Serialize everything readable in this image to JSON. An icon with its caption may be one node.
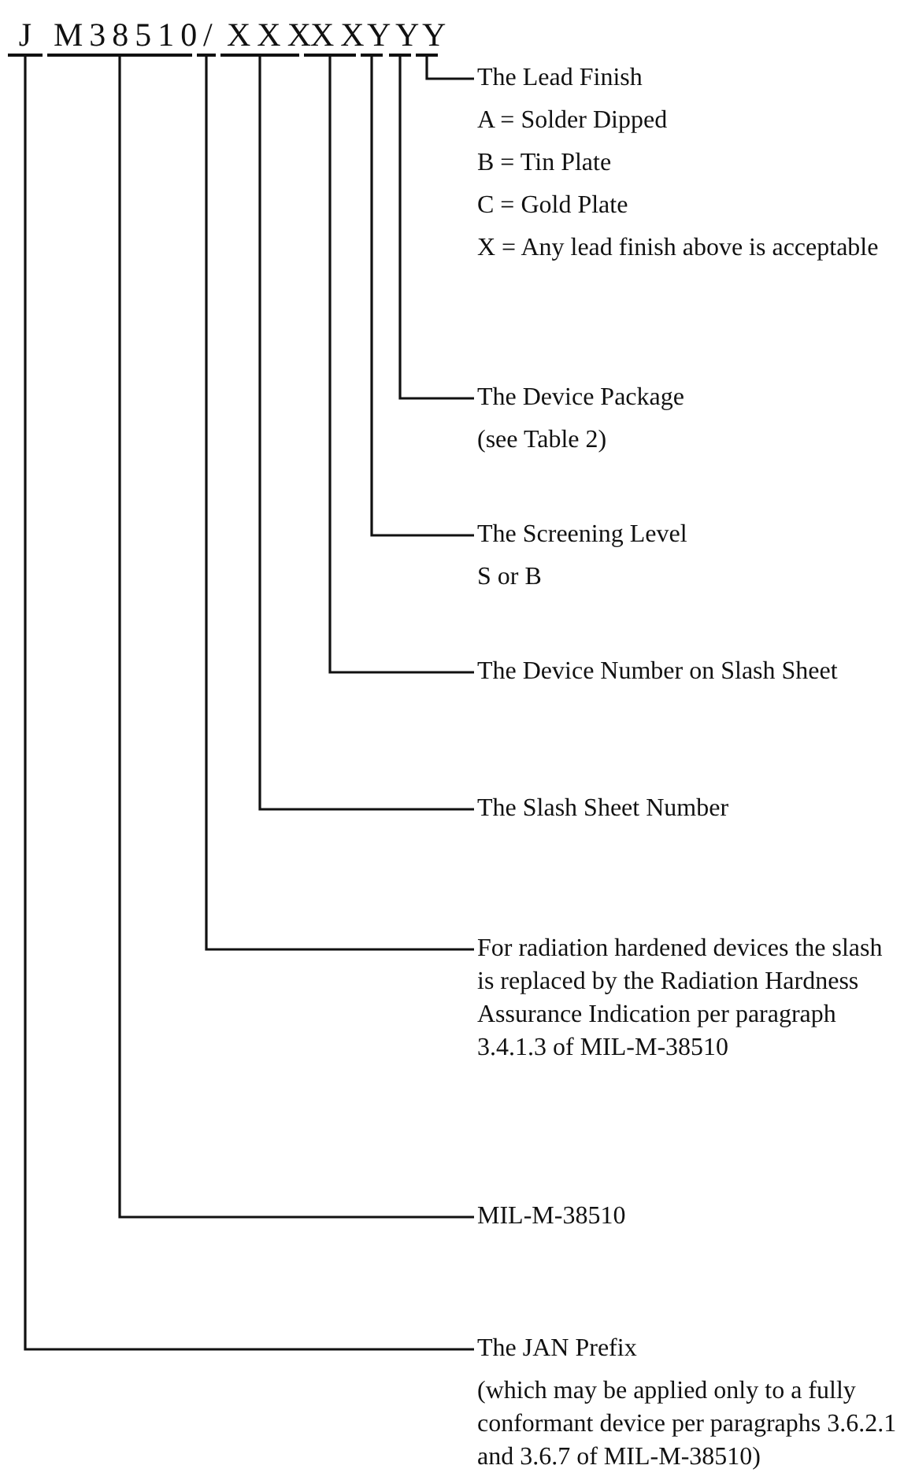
{
  "diagram": {
    "nodes": [
      {
        "text": [
          "J"
        ]
      },
      {
        "text": [
          "M38510"
        ]
      },
      {
        "text": [
          "/"
        ]
      },
      {
        "text": [
          "XXX"
        ]
      },
      {
        "text": [
          "XX"
        ]
      },
      {
        "text": [
          "Y"
        ]
      },
      {
        "text": [
          "Y"
        ]
      },
      {
        "text": [
          "Y"
        ]
      },
      {
        "text": [
          "The Lead Finish",
          "A = Solder Dipped",
          "B = Tin Plate",
          "C = Gold Plate",
          "X = Any lead finish above is acceptable"
        ]
      },
      {
        "text": [
          "The Device Package",
          "(see Table 2)"
        ]
      },
      {
        "text": [
          "The Screening Level",
          "S or B"
        ]
      },
      {
        "text": [
          "The Device Number on Slash Sheet"
        ]
      },
      {
        "text": [
          "The Slash Sheet Number"
        ]
      },
      {
        "text": [
          "For radiation hardened devices the slash is replaced by the Radiation Hardness Assurance Indication per paragraph 3.4.1.3 of MIL-M-38510"
        ]
      },
      {
        "text": [
          "MIL-M-38510"
        ]
      },
      {
        "text": [
          "The JAN Prefix",
          "(which may be applied only to a fully conformant device per paragraphs 3.6.2.1 and 3.6.7 of MIL-M-38510)"
        ]
      }
    ],
    "edges": [
      {
        "from": 7,
        "to": 8,
        "arrow": "none"
      },
      {
        "from": 6,
        "to": 9,
        "arrow": "none"
      },
      {
        "from": 5,
        "to": 10,
        "arrow": "none"
      },
      {
        "from": 4,
        "to": 11,
        "arrow": "none"
      },
      {
        "from": 3,
        "to": 12,
        "arrow": "none"
      },
      {
        "from": 2,
        "to": 13,
        "arrow": "none"
      },
      {
        "from": 1,
        "to": 14,
        "arrow": "none"
      },
      {
        "from": 0,
        "to": 15,
        "arrow": "none"
      }
    ]
  }
}
